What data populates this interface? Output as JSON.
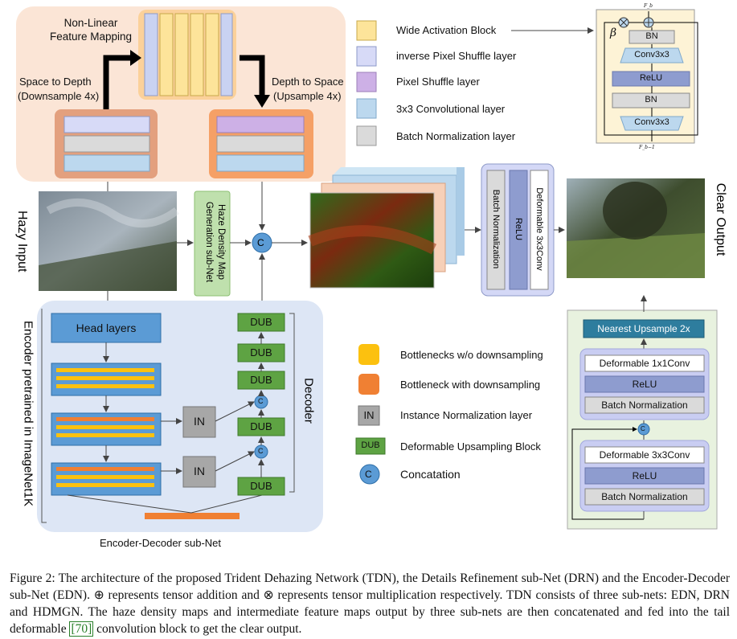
{
  "top": {
    "nonlinear": "Non-Linear\nFeature Mapping",
    "space_to_depth_1": "Space to Depth",
    "space_to_depth_2": "(Downsample 4x)",
    "depth_to_space_1": "Depth to Space",
    "depth_to_space_2": "(Upsample 4x)"
  },
  "legend_top": [
    {
      "label": "Wide Activation Block",
      "color": "#fde49a"
    },
    {
      "label": "inverse Pixel Shuffle layer",
      "color": "#d7daf7"
    },
    {
      "label": "Pixel Shuffle layer",
      "color": "#cdb0e6"
    },
    {
      "label": "3x3 Convolutional layer",
      "color": "#bcd8ee"
    },
    {
      "label": "Batch Normalization layer",
      "color": "#dadada"
    }
  ],
  "wab": {
    "beta": "β",
    "f_top": "F_b",
    "f_bottom": "F_b−1",
    "layers": [
      "BN",
      "Conv3x3",
      "ReLU",
      "BN",
      "Conv3x3"
    ]
  },
  "middle": {
    "hazy_input": "Hazy Input",
    "haze_density": "Haze Density Map\nGeneration sub-Net",
    "concat": "C",
    "tail_layers": [
      "Batch Normalization",
      "ReLU",
      "Deformable 3x3Conv"
    ],
    "clear_output": "Clear Output"
  },
  "edn": {
    "encoder_label": "Encoder pretrained in ImageNet1K",
    "head": "Head layers",
    "in_label": "IN",
    "dub": "DUB",
    "concat": "C",
    "decoder_label": "Decoder",
    "title": "Encoder-Decoder sub-Net"
  },
  "legend_bottom": [
    {
      "label": "Bottlenecks w/o downsampling",
      "color": "#fcc10f"
    },
    {
      "label": "Bottleneck with downsampling",
      "color": "#f08033"
    },
    {
      "label": "Instance Normalization layer",
      "color": "#a7a7a7",
      "text": "IN"
    },
    {
      "label": "Deformable Upsampling Block",
      "color": "#5ea343",
      "text": "DUB"
    },
    {
      "label": "Concatation",
      "color": "#5b9bd5",
      "text": "C"
    }
  ],
  "dub_block": {
    "top": "Nearest Upsample 2x",
    "group1": [
      "Deformable 1x1Conv",
      "ReLU",
      "Batch Normalization"
    ],
    "concat": "C",
    "group2": [
      "Deformable 3x3Conv",
      "ReLU",
      "Batch Normalization"
    ]
  },
  "caption": {
    "part1": "Figure 2: The architecture of the proposed Trident Dehazing Network (TDN), the Details Refinement sub-Net (DRN) and the Encoder-Decoder sub-Net (EDN). ⊕ represents tensor addition and ⊗ represents tensor multiplication respectively. TDN consists of three sub-nets: EDN, DRN and HDMGN. The haze density maps and intermediate feature maps output by three sub-nets are then concatenated and fed into the tail deformable ",
    "ref": "[70]",
    "part2": " convolution block to get the clear output."
  }
}
